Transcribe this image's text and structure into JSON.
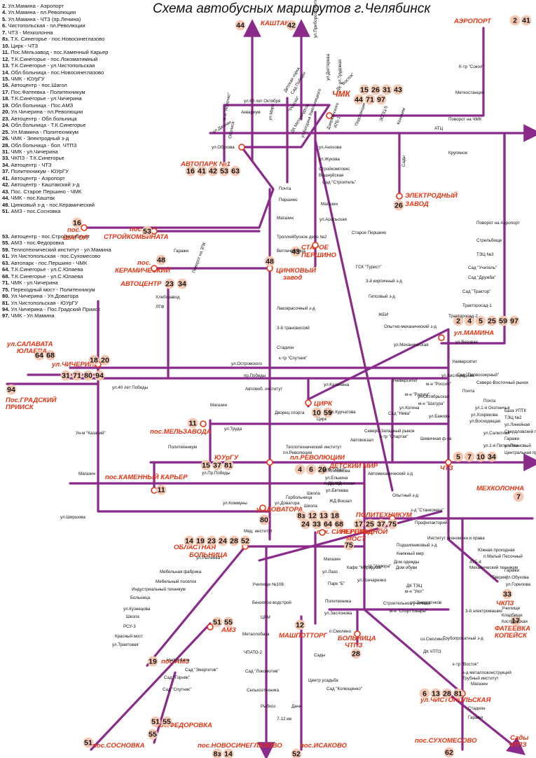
{
  "title": "Схема автобусных маршрутов г.Челябинск",
  "legend_primary": [
    {
      "num": "2.",
      "text": "Ул.Мамина - Аэропорт"
    },
    {
      "num": "4.",
      "text": "Ул.Мамина - пл.Революции"
    },
    {
      "num": "5.",
      "text": "Ул.Мамина - ЧТЗ (пр.Ленина)"
    },
    {
      "num": "6.",
      "text": "Чистопольская - пл.Революции"
    },
    {
      "num": "7.",
      "text": "ЧТЗ - Мехколонна"
    },
    {
      "num": "8з.",
      "text": "Т.К. Синегорье - пос.Новосинеглазово"
    },
    {
      "num": "10.",
      "text": "Цирк - ЧТЗ"
    },
    {
      "num": "11.",
      "text": "Пос.Мельзавод - пос.Каменный Карьер"
    },
    {
      "num": "12.",
      "text": "Т.К.Синегорье - пос.Локоматимный"
    },
    {
      "num": "13.",
      "text": "Т.К.Синегорье - ул.Чистопольская"
    },
    {
      "num": "14.",
      "text": "Обл.больница - пос.Новосинеглазово"
    },
    {
      "num": "15.",
      "text": "ЧМК - ЮУрГУ"
    },
    {
      "num": "16.",
      "text": "Автоцентр - пос.Шагол"
    },
    {
      "num": "17.",
      "text": "Пос.Фатеевка - Политехникум"
    },
    {
      "num": "18.",
      "text": "Т.К.Синегорье - ул.Чичерина"
    },
    {
      "num": "19.",
      "text": "Обл.больница - Пос.АМЗ"
    },
    {
      "num": "20.",
      "text": "Ул.Чичерина - пл.Революции"
    },
    {
      "num": "23.",
      "text": "Автоцентр - Обл.больница"
    },
    {
      "num": "24.",
      "text": "Обл.больница - Т.К.Синегорье"
    },
    {
      "num": "25.",
      "text": "Ул.Мамина - Политехникум"
    },
    {
      "num": "26.",
      "text": "ЧМК - Электродный з-д"
    },
    {
      "num": "28.",
      "text": "Обл.больница - бол. ЧТПЗ"
    },
    {
      "num": "31.",
      "text": "ЧМК - ул.Чичерина"
    },
    {
      "num": "33.",
      "text": "ЧКПЗ - Т.К.Синегорье"
    },
    {
      "num": "34.",
      "text": "Автоцентр - ЧТЗ"
    },
    {
      "num": "37.",
      "text": "Политехникум - ЮУрГУ"
    },
    {
      "num": "41.",
      "text": "Автоцентр - Аэропорт"
    },
    {
      "num": "42.",
      "text": "Автоцентр - Каштакский з-д"
    },
    {
      "num": "43.",
      "text": "Пос. Старое Першино - ЧМК"
    },
    {
      "num": "44.",
      "text": "ЧМК - пос.Каштак"
    },
    {
      "num": "48.",
      "text": "Цинковый з-д - пос.Керамический"
    },
    {
      "num": "51.",
      "text": "АМЗ - пос.Сосновка"
    }
  ],
  "legend_secondary": [
    {
      "num": "53.",
      "text": "Автоцентр - пос.Стройкомбинат"
    },
    {
      "num": "55.",
      "text": "АМЗ - пос.Федоровка"
    },
    {
      "num": "59.",
      "text": "Теплотехнический институт - ул.Мамина"
    },
    {
      "num": "61.",
      "text": "Ул.Чистопольская - пос.Сухомесово"
    },
    {
      "num": "63.",
      "text": "Автопарк - пос.Першино - ЧМК"
    },
    {
      "num": "64.",
      "text": "Т.К.Синегорье - ул.С.Юлаева"
    },
    {
      "num": "68.",
      "text": "Т.К.Синегорье - ул.С.Юлаева"
    },
    {
      "num": "71.",
      "text": "ЧМК - ул.Чичерина"
    },
    {
      "num": "75.",
      "text": "Переходный мост - Политехникум"
    },
    {
      "num": "80.",
      "text": "Ул.Чичерина - Ул.Доватора"
    },
    {
      "num": "81.",
      "text": "Ул.Чистопольская - ЮУрГУ"
    },
    {
      "num": "94.",
      "text": "Ул.Чичерина - Пос.Градский Прииск"
    },
    {
      "num": "97.",
      "text": "ЧМК - Ул.Мамина"
    }
  ],
  "terminals": {
    "kashtak": "КАШТАК",
    "airport": "АЭРОПОРТ",
    "chmk": "ЧМК",
    "avtopark": "АВТОПАРК №1",
    "electrode_1": "ЭЛЕКТРОДНЫЙ",
    "electrode_2": "ЗАВОД",
    "shagol_1": "пос.",
    "shagol_2": "ШАГОЛ",
    "stroykomb_1": "пос.",
    "stroykomb_2": "СТРОЙКОМБИНАТА",
    "pershino_1": "СТАРОЕ",
    "pershino_2": "ПЕРШИНО",
    "keram_1": "пос.",
    "keram_2": "КЕРАМИЧЕСКИЙ",
    "zinc_1": "ЦИНКОВЫЙ",
    "zinc_2": "завод",
    "avtocentr": "АВТОЦЕНТР",
    "mamina": "ул.МАМИНА",
    "yulaeva_1": "ул.САЛАВАТА",
    "yulaeva_2": "ЮЛАЕВА",
    "chicherina": "ул.ЧИЧЕРИНА",
    "gradsky_1": "Пос.ГРАДСКИЙ",
    "gradsky_2": "ПРИИСК",
    "circus": "ЦИРК",
    "melzavod": "пос.МЕЛЬЗАВОДА",
    "yuurgu": "ЮУрГУ",
    "revolution": "пл.РЕВОЛЮЦИИ",
    "detsky": "ДЕТСКИЙ МИР",
    "chtz": "ЧТЗ",
    "mekh": "МЕХКОЛОННА",
    "karier": "пос.КАМЕННЫЙ КАРЬЕР",
    "dovatora": "ул.ДОВАТОРА",
    "obl_1": "ОБЛАСТНАЯ",
    "obl_2": "БОЛЬНИЦА",
    "sinegorie": "т.к. СИНЕГОРЬЕ",
    "polytech": "ПОЛИТЕХНИКУМ",
    "perekhod_1": "ПЕРЕХОДНОЙ",
    "perekhod_2": "МОСТ",
    "chkpz": "ЧКПЗ",
    "fateevka_1": "ФАТЕЕВКА",
    "fateevka_2": "КОПЕЙСК",
    "amz": "АМЗ",
    "amz_pos": "пос.АМЗ",
    "mashtorg": "МАШПОТТОРГ",
    "bolnica_chtpz_1": "БОЛЬНИЦА",
    "bolnica_chtpz_2": "ЧТПЗ",
    "chistopol": "ул.ЧИСТОПОЛЬСКАЯ",
    "fedorovka": "пос.ФЕДОРОВКА",
    "sosnovka": "пос.СОСНОВКА",
    "novosin": "пос.НОВОСИНЕГЛАЗОВО",
    "isakovo": "пос.ИСАКОВО",
    "sukhomesovo": "пос.СУХОМЕСОВО",
    "sady_1": "Сады",
    "sady_2": "ЧТПЗ"
  },
  "route_badges": {
    "kashtak_44": "44",
    "kashtak_42": "42",
    "airport": [
      "2",
      "41"
    ],
    "chmk": [
      "15",
      "26",
      "31",
      "43",
      "44",
      "71",
      "97"
    ],
    "avtopark": [
      "16",
      "41",
      "42",
      "53",
      "63"
    ],
    "electrode": "26",
    "shagol": "16",
    "stroykomb": "53",
    "pershino": "43",
    "keram": "48",
    "zinc": "48",
    "avtocentr": [
      "23",
      "34"
    ],
    "mamina": [
      "2",
      "4",
      "5",
      "25",
      "59",
      "97"
    ],
    "yulaeva": [
      "64",
      "68"
    ],
    "chicherina_a": [
      "18",
      "20"
    ],
    "chicherina_b": [
      "31",
      "71",
      "80",
      "94"
    ],
    "gradsky": "94",
    "circus": [
      "10",
      "59"
    ],
    "melzavod": "11",
    "yuurgu": [
      "15",
      "37",
      "81"
    ],
    "revolution": [
      "4",
      "6",
      "20"
    ],
    "chtz": [
      "5",
      "7",
      "10",
      "34"
    ],
    "mekh": "7",
    "karier": "11",
    "dovatora": "80",
    "obl": [
      "14",
      "19",
      "23",
      "24",
      "28",
      "52"
    ],
    "sinegorie_a": [
      "8з",
      "12",
      "13",
      "18"
    ],
    "sinegorie_b": [
      "24",
      "33",
      "64",
      "68"
    ],
    "polytech": [
      "17",
      "25",
      "37",
      "75"
    ],
    "perekhod": "75",
    "chkpz": "33",
    "fateevka": "17",
    "amz": [
      "51",
      "55"
    ],
    "amz_pos": "19",
    "mashtorg": "12",
    "bolnica_chtpz": "28",
    "chistopol": [
      "6",
      "13",
      "28",
      "81"
    ],
    "fedorovka": "55",
    "fedorovka_side": [
      "51",
      "55"
    ],
    "sosnovka": "51",
    "novosin": [
      "8з",
      "14"
    ],
    "isakovo": "52",
    "sukhomesovo": "62"
  },
  "street_labels": {
    "s01": "ул.Приборостроителей",
    "s02": "ул.Дегтярева",
    "s03": "ул.Трудовая",
    "s04": "ДК \"Восток\"",
    "s05": "Детская горка",
    "s06": "Аквариум",
    "s07": "ул.60 лет Октября",
    "s08": "м-н \"Яблочко\"",
    "s09": "Обелиск",
    "s10": "ул.Мира",
    "s11": "ул.Дачная",
    "s12": "ул.Обухова",
    "s13": "\"Россия\"",
    "s14": "Сад Победы",
    "s15": "ДК Металлургов",
    "s16": "ул.Богдана Хмельницкого",
    "s17": "Дзержинского",
    "s18": "ATБ-1",
    "s19": "Подстанция",
    "s20": "ЭСПЦ-5",
    "s21": "Конохим",
    "s22": "ATЦ",
    "s23": "Поворот на ЧМК",
    "s24": "Метеостанция",
    "s25": "К-тр \"Сокол\"",
    "s26": "Крупяное",
    "s27": "Сады",
    "s28": "ул.Анosова",
    "s29": "ул.Жукова",
    "s30": "Стройкомплекс",
    "s31": "Вишнуйская",
    "s32": "Сад \"Строитель\"",
    "s33": "Магазин",
    "s34": "ул.Аральская",
    "s35": "Старое Першино",
    "s36": "ГСК \"Турист\"",
    "s37": "3-й кирпичный з-д",
    "s38": "Гипсовый з-д",
    "s39": "ЖБИ",
    "s40": "Опытно-механический з-д",
    "s41": "ул.Механическая",
    "s42": "Поворот на Аэропорт",
    "s43": "Стрельбище",
    "s44": "ТЭЦ №3",
    "s45": "Сад \"Учитель\"",
    "s46": "Сад \"Дружба\"",
    "s47": "Сад \"Трактор\"",
    "s48": "Тракторосад-1",
    "s49": "Тракторосад-2",
    "s50": "ул.Вязовая",
    "s51": "Университет",
    "s52": "Северо-Восточный рынок",
    "s53": "Почта",
    "s54": "ул.1-я Охотничья",
    "s55": "ул.Хохрякова",
    "s56": "ул.Восходящая",
    "s57": "ул.Салютная",
    "s58": "ул.1-я Пятилетки",
    "s59": "База УПТК",
    "s60": "ТЭЦ №2",
    "s61": "ул.Линейная",
    "s62": "Свердловский переезд",
    "s63": "Гаражи",
    "s64": "ул.Плановый",
    "s65": "Центральная проходная",
    "s66": "Магазин",
    "s67": "Почта",
    "s68": "Першино",
    "s69": "Ветлечебница",
    "s70": "Троллейбусное депо №2",
    "s71": "Гаражи",
    "s72": "Поворот на ЗПК",
    "s73": "Лакокрасочный з-д",
    "s74": "3-й трансвиссий",
    "s75": "Стадион",
    "s76": "к-тр \"Спутник\"",
    "s77": "ул.Островского",
    "s78": "пр.Победы",
    "s79": "Автомоб. институт",
    "s80": "ул.Калинина",
    "s81": "ул.Курчатова",
    "s82": "Дворец спорта",
    "s83": "ул.Труда",
    "s84": "Магазин",
    "s85": "Политехникум",
    "s86": "ул.Ширшова",
    "s87": "Хлебозавод",
    "s88": "ЛТФ",
    "s89": "ул.40 лет Победы",
    "s90": "Ун-м \"Казачий\"",
    "s91": "Магазин",
    "s92": "ул.Пр.Победы",
    "s93": "ул.Коммуны",
    "s94": "Школа",
    "s95": "Горбольница",
    "s96": "Мед. институт",
    "s97": "ул.Плеханова",
    "s98": "Академическая",
    "s99": "ул.Евтеева",
    "s100": "ЖД Вокзал",
    "s101": "Автомеханический з-д",
    "s102": "Опытный з-д",
    "s103": "з-д \"Станкомаш\"",
    "s104": "Профилакторий",
    "s105": "Южная проходная",
    "s106": "п.Малый Песочный",
    "s107": "АТБ-4",
    "s108": "\"Тверия\"",
    "s109": "Гаражи",
    "s110": "ул.Обухова",
    "s111": "ул.Горелова",
    "s112": "Училище",
    "s113": "Кладбище",
    "s114": "Костромская",
    "s115": "ул.Рылеева",
    "s116": "Мебельная фабрика",
    "s117": "Мебельный поселок",
    "s118": "Индустриальный техникум",
    "s119": "Больница",
    "s120": "ул.Кузнецова",
    "s121": "Школа",
    "s122": "РСУ-3",
    "s123": "Красный мост",
    "s124": "ул.Трактовая",
    "s125": "Нефтебаза",
    "s126": "Сад \"Энергетик\"",
    "s127": "Сад \"Горняк\"",
    "s128": "Сад \"Спутник\"",
    "s129": "Училище №108",
    "s130": "Бензопро-водстрой",
    "s131": "ЦРМ",
    "s132": "Металлобаза",
    "s133": "ЧПАТО-2",
    "s134": "Сад \"Локомотив\"",
    "s135": "Сельхозтехника",
    "s136": "Рыбхоз",
    "s137": "7-12 км",
    "s138": "Дачи",
    "s139": "Центр усадьба",
    "s140": "Сады",
    "s141": "п.Смолино",
    "s142": "Сад \"Колющенко\"",
    "s143": "Политехника",
    "s144": "Парк \"Б\"",
    "s145": "ул.Лазо",
    "s146": "ул.Заслонова",
    "s147": "Магазин",
    "s148": "Кафе \"Меридиан\"",
    "s149": "к-тр \"Аврора\"",
    "s150": "ул.Гончаренко",
    "s151": "Дом обуви",
    "s152": "ДК ТЭЦ",
    "s153": "м-н \"Уют\"",
    "s154": "ул.Энергетиков",
    "s155": "Строительное училище",
    "s156": "м-н \"Спорттовары\"",
    "s157": "оз.Смолино",
    "s158": "ДК ЧТПЗ",
    "s159": "3-й электромашин",
    "s160": "Трубопрокатный з-д",
    "s161": "к-тр \"Восток\"",
    "s162": "з-д металлоконструкций",
    "s163": "Трубный институт",
    "s164": "Магазин",
    "s165": "Стадион",
    "s166": "Гаражи",
    "s167": "Подшипниковый з-д",
    "s168": "Книжный мир",
    "s169": "Дом одежды",
    "s170": "Институт экономики и права",
    "s171": "Механический техникум",
    "s172": "ДК ЖД",
    "s173": "ул.Доватора",
    "s174": "Школа",
    "s175": "ул.Елькина",
    "s176": "к-тр \"Урал\"",
    "s177": "Автовокзал",
    "s178": "пл.Революции",
    "s179": "Теплотехнический институт",
    "s180": "Цирк",
    "s181": "к-тр \"Спартак\"",
    "s182": "Северо-Западный рынок",
    "s183": "Сад \"Нива\"",
    "s184": "Шевичная ф-ка",
    "s185": "Университет",
    "s186": "Почта",
    "s187": "м-н \"Шатура\"",
    "s188": "м-н \"Радуга\"",
    "s189": "м-н \"Россия\"",
    "s190": "ул.Октябрьская",
    "s191": "ул.Котина",
    "s192": "ул.Бажова",
    "s193": "ул.Кислородная",
    "s194": "Сад \"Первоозерный\""
  }
}
